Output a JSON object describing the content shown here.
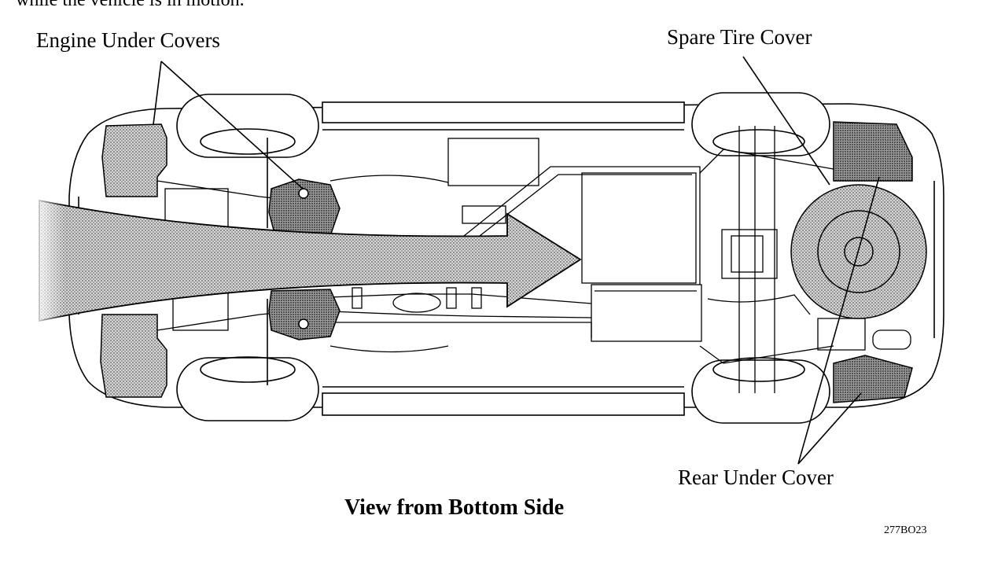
{
  "header_text": "while the vehicle is in motion.",
  "labels": {
    "engine_under_covers": "Engine Under Covers",
    "spare_tire_cover": "Spare Tire Cover",
    "rear_under_cover": "Rear Under Cover"
  },
  "caption": "View from Bottom Side",
  "figure_code": "277BO23"
}
